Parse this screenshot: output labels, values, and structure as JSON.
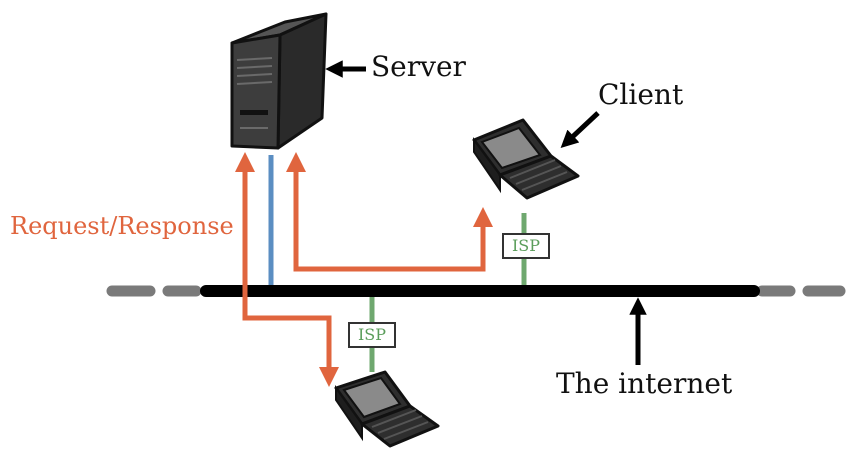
{
  "labels": {
    "server": "Server",
    "client": "Client",
    "internet": "The internet",
    "request_response": "Request/Response",
    "isp_top": "ISP",
    "isp_bottom": "ISP"
  },
  "colors": {
    "request_arrow": "#e0653e",
    "server_link": "#5b8ec2",
    "isp_link": "#6fa86f",
    "backbone": "#000000",
    "backbone_dashes": "#7a7a7a",
    "server_body": "#3a3a3a",
    "laptop_body": "#2e2e2e",
    "laptop_screen": "#8a8a8a"
  },
  "icons": {
    "server": "server-tower-icon",
    "client_top": "laptop-icon",
    "client_bottom": "laptop-icon"
  }
}
